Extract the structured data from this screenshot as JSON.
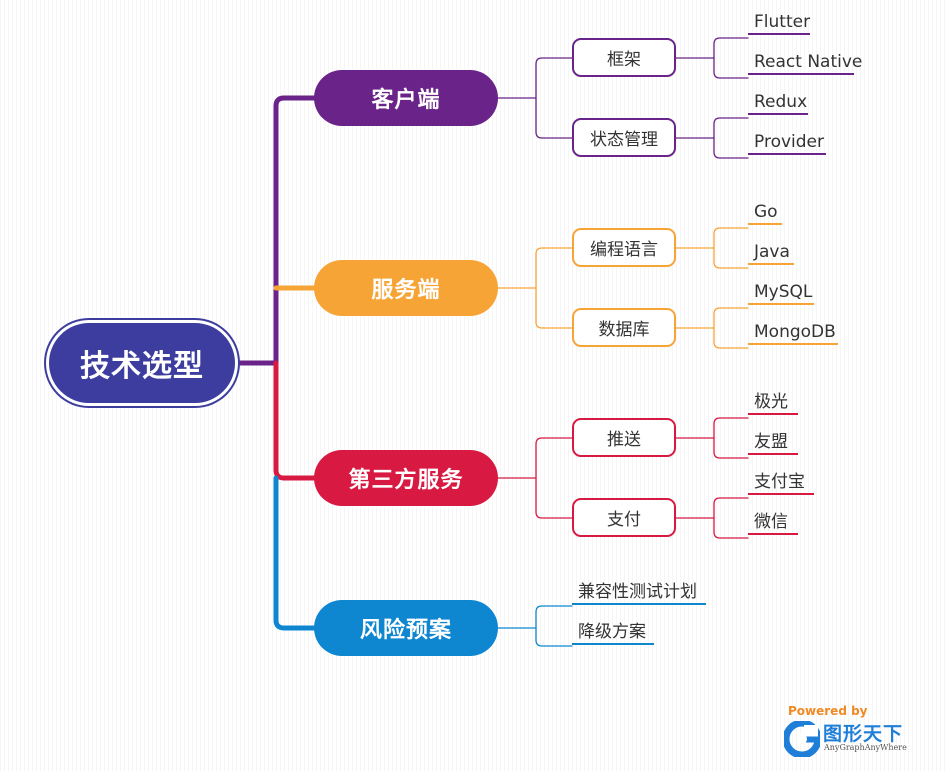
{
  "root": {
    "label": "技术选型",
    "color": "#3c3d9e"
  },
  "categories": [
    {
      "key": "client",
      "label": "客户端",
      "color": "#6a2388",
      "groups": [
        {
          "label": "框架",
          "leaves": [
            "Flutter",
            "React Native"
          ]
        },
        {
          "label": "状态管理",
          "leaves": [
            "Redux",
            "Provider"
          ]
        }
      ]
    },
    {
      "key": "server",
      "label": "服务端",
      "color": "#f7a436",
      "groups": [
        {
          "label": "编程语言",
          "leaves": [
            "Go",
            "Java"
          ]
        },
        {
          "label": "数据库",
          "leaves": [
            "MySQL",
            "MongoDB"
          ]
        }
      ]
    },
    {
      "key": "third_party",
      "label": "第三方服务",
      "color": "#d81a43",
      "groups": [
        {
          "label": "推送",
          "leaves": [
            "极光",
            "友盟"
          ]
        },
        {
          "label": "支付",
          "leaves": [
            "支付宝",
            "微信"
          ]
        }
      ]
    },
    {
      "key": "risk",
      "label": "风险预案",
      "color": "#0f86d0",
      "leaves": [
        "兼容性测试计划",
        "降级方案"
      ]
    }
  ],
  "branding": {
    "powered_by": "Powered by",
    "name": "图形天下",
    "tagline": "AnyGraphAnyWhere",
    "icon": "g-logo-icon",
    "color": "#1f7fd8",
    "accent": "#f08a24"
  }
}
